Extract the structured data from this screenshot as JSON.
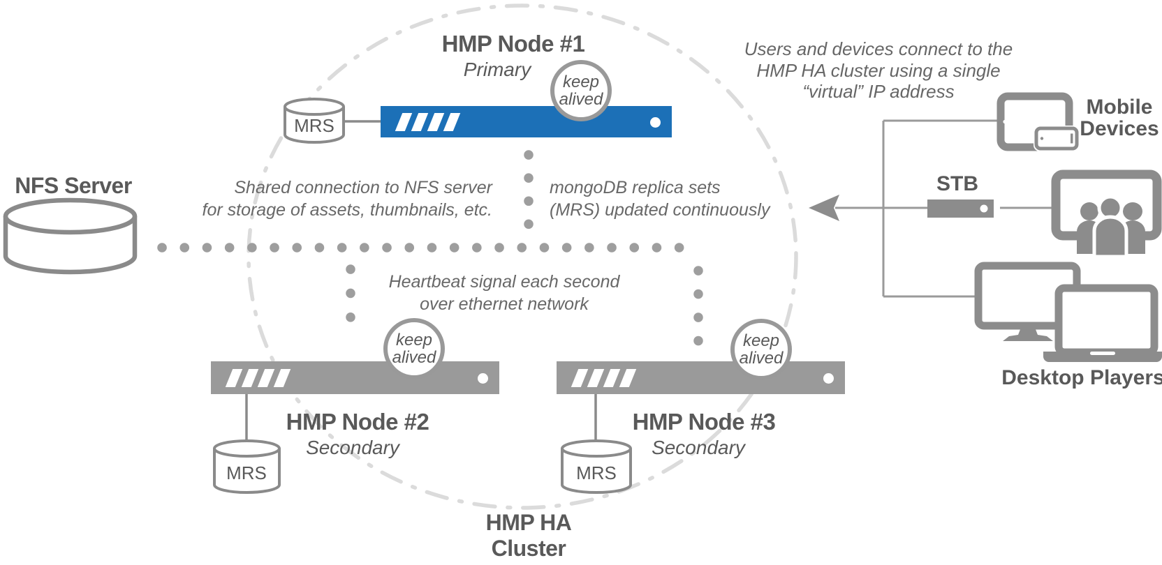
{
  "colors": {
    "blue": "#1C70B7",
    "bar_gray": "#9A9A9A",
    "icon_gray": "#8C8C8C",
    "label_gray": "#595959",
    "note_gray": "#686868",
    "dot_gray": "#9E9E9E",
    "ellipse_gray": "#DBDBDB"
  },
  "cluster": {
    "label_line1": "HMP HA",
    "label_line2": "Cluster",
    "nodes": [
      {
        "title": "HMP Node #1",
        "role": "Primary",
        "keepalived_line1": "keep",
        "keepalived_line2": "alived",
        "mrs_label": "MRS"
      },
      {
        "title": "HMP Node #2",
        "role": "Secondary",
        "keepalived_line1": "keep",
        "keepalived_line2": "alived",
        "mrs_label": "MRS"
      },
      {
        "title": "HMP Node #3",
        "role": "Secondary",
        "keepalived_line1": "keep",
        "keepalived_line2": "alived",
        "mrs_label": "MRS"
      }
    ]
  },
  "nfs": {
    "label": "NFS Server"
  },
  "annotations": {
    "shared_line1": "Shared connection to NFS server",
    "shared_line2": "for storage of assets, thumbnails, etc.",
    "mongo_line1": "mongoDB replica sets",
    "mongo_line2": "(MRS) updated continuously",
    "heartbeat_line1": "Heartbeat signal each second",
    "heartbeat_line2": "over ethernet network",
    "virtual_ip_line1": "Users and devices connect to the",
    "virtual_ip_line2": "HMP HA cluster using a single",
    "virtual_ip_line3": "“virtual” IP address"
  },
  "devices": {
    "mobile_line1": "Mobile",
    "mobile_line2": "Devices",
    "stb_label": "STB",
    "desktop_label": "Desktop Players"
  }
}
